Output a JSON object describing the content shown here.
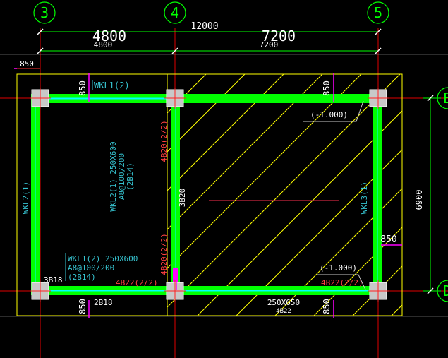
{
  "axes": {
    "axis_3": "3",
    "axis_4": "4",
    "axis_5": "5",
    "axis_e": "E",
    "axis_d": "D"
  },
  "dimensions": {
    "total_top": "12000",
    "span_left_big": "4800",
    "span_left_small": "4800",
    "span_right_big": "7200",
    "span_right_small": "7200",
    "left_offset": "850",
    "right_height": "6900",
    "offset_top_left": "850",
    "offset_top_right": "850",
    "offset_bottom_left": "850",
    "offset_bottom_right": "850",
    "offset_right_mid": "850"
  },
  "beams": {
    "wkl1_top": "WKL1(2)",
    "wkl2": "WKL2(1)",
    "wkl3": "WKL3(1)",
    "wkl2_mid_1": "WKL2(1) 250X600",
    "wkl2_mid_2": "A8@100/200",
    "wkl2_mid_3": "(2B14)",
    "wkl1_bot_1": "WKL1(2) 250X600",
    "wkl1_bot_2": "A8@100/200",
    "wkl1_bot_3": "(2B14)",
    "rebar_4b20_top": "4B20(2/2)",
    "rebar_3b20": "3B20",
    "rebar_4b20_bot": "4B20(2/2)",
    "rebar_3b18": "3B18",
    "rebar_4b22_left": "4B22(2/2)",
    "rebar_4b22_right": "4B22(2/2)",
    "rebar_2b18": "2B18",
    "section_250x650": "250X650",
    "rebar_4b22_small": "4B22",
    "elev_top": "(-1.000)",
    "elev_bottom": "(-1.000)"
  },
  "colors": {
    "background": "#000000",
    "beam": "#00ff00",
    "hatch": "#ffff00",
    "grid": "#ff0000",
    "axis": "#00ff00",
    "text": "#36c3d0",
    "dim": "#ffffff",
    "leader": "#ff00ff"
  }
}
